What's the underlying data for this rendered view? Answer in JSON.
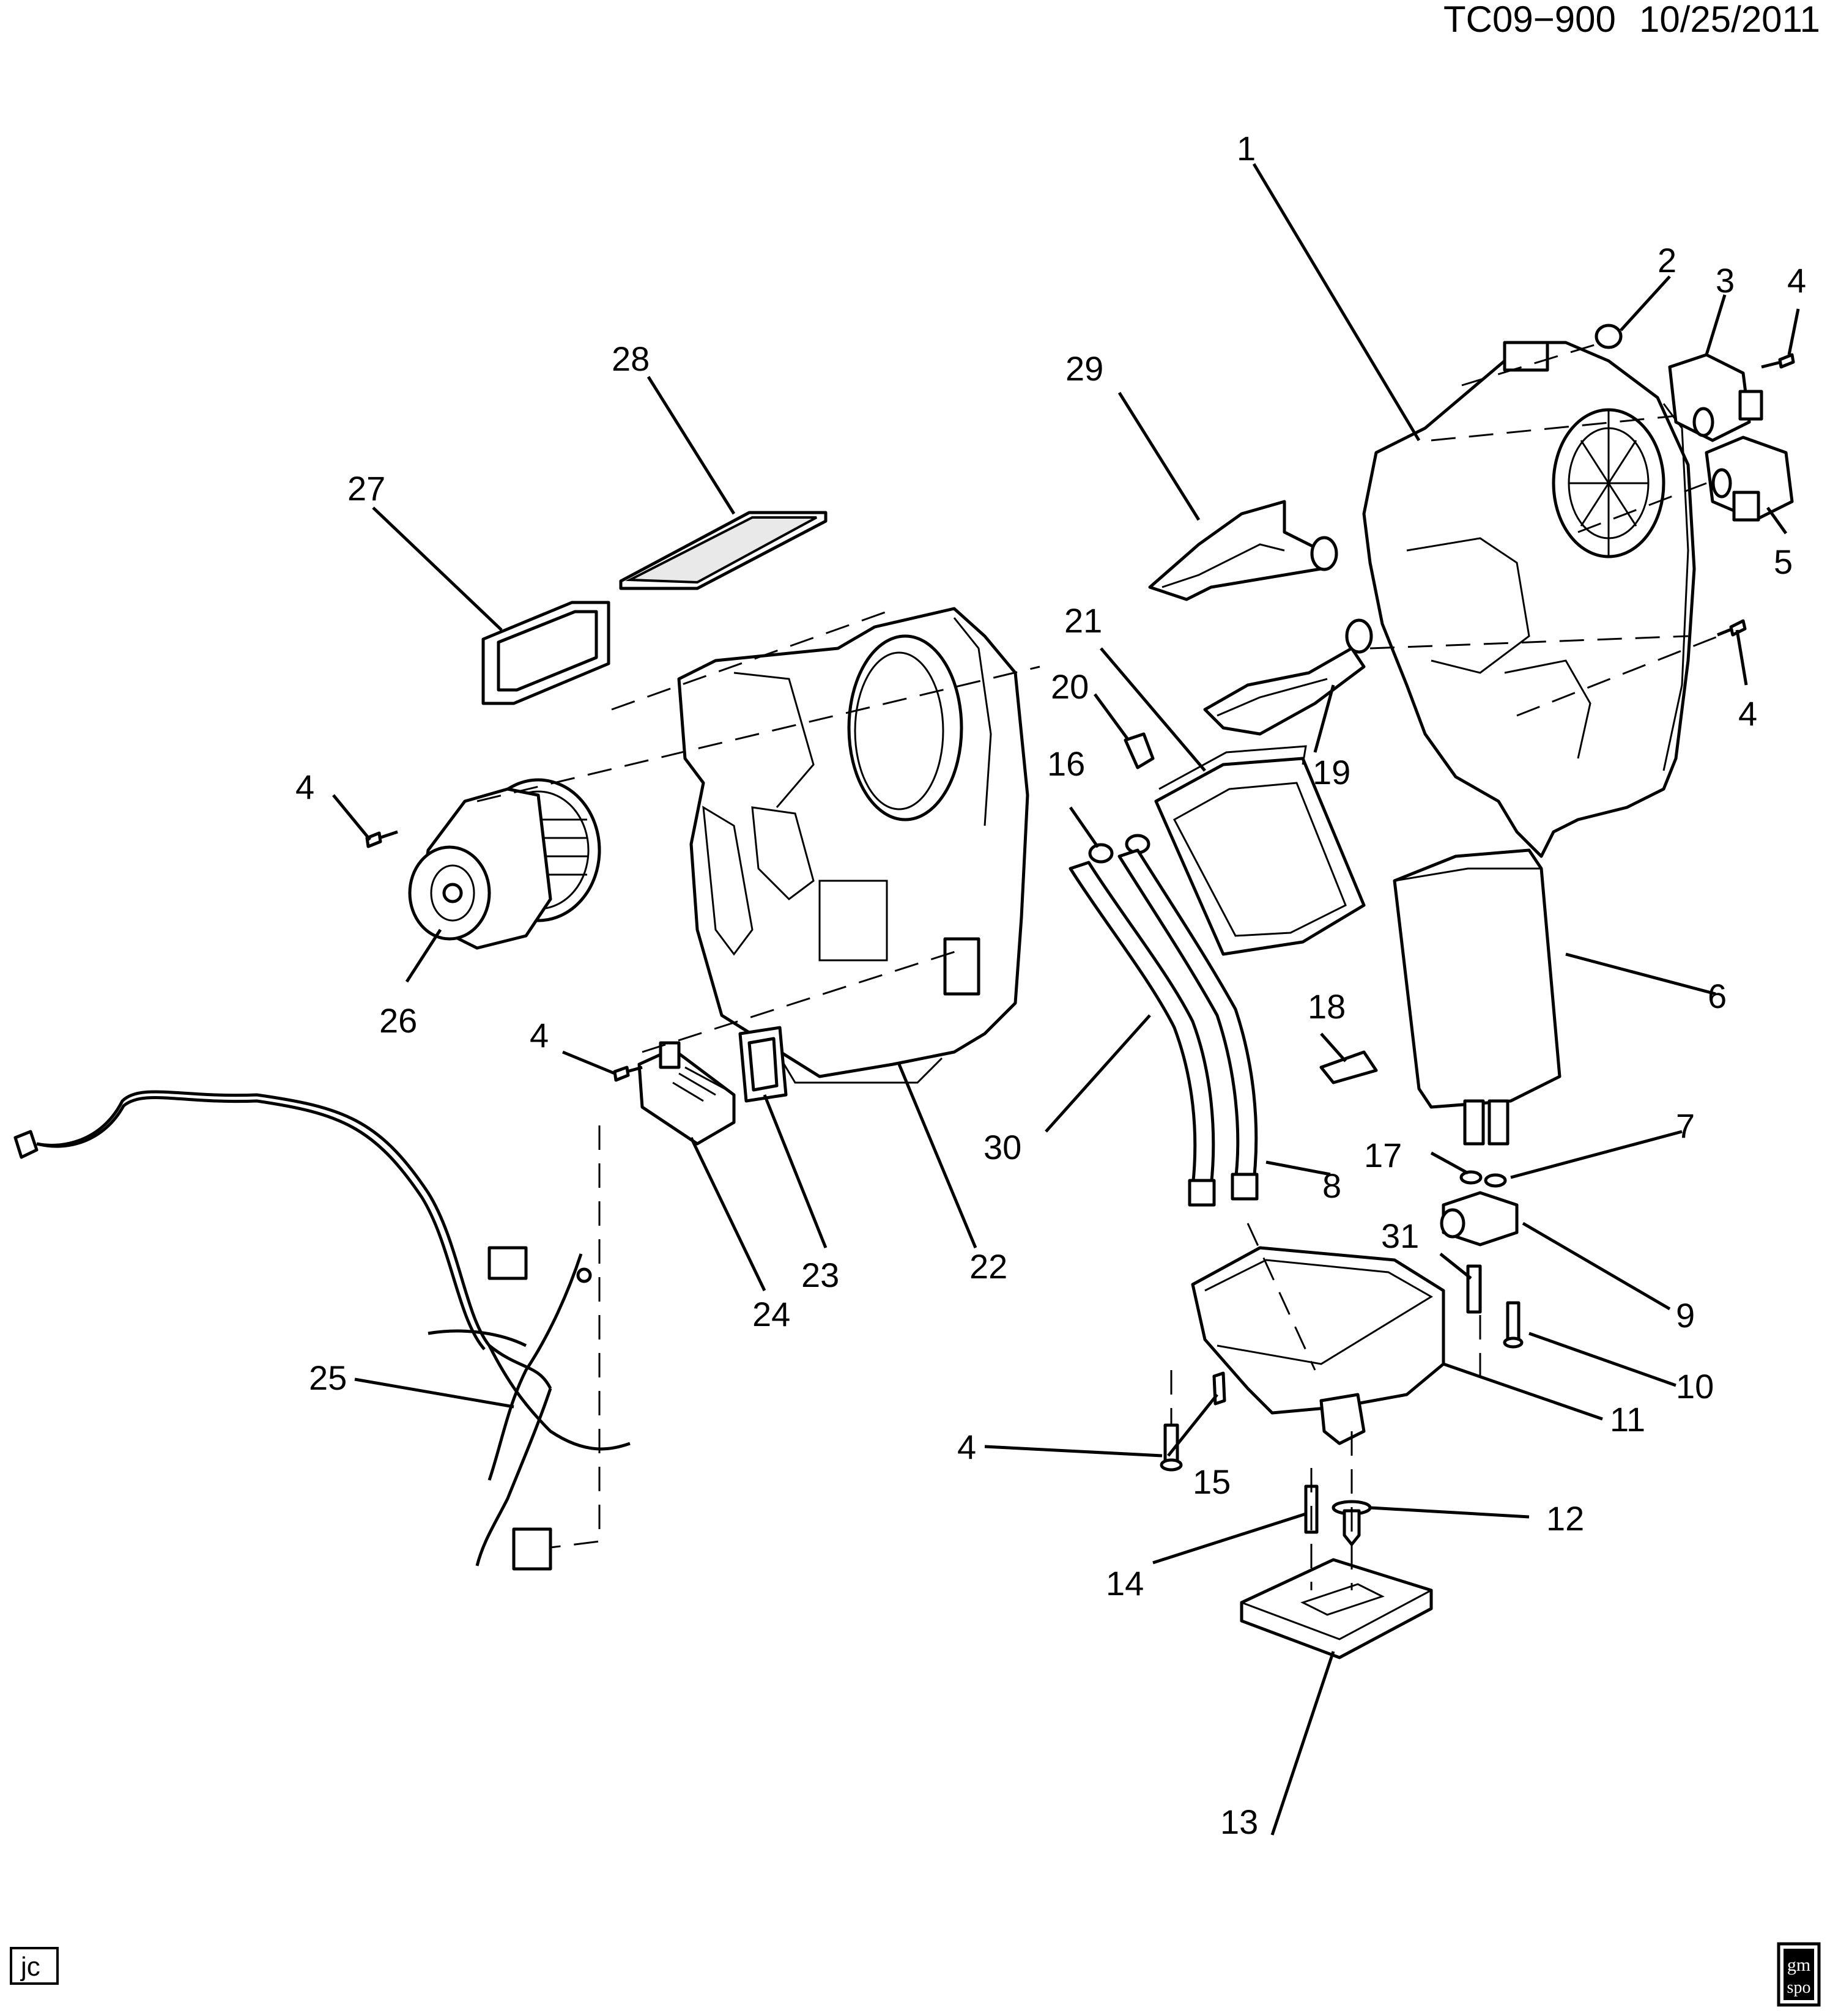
{
  "header": {
    "drawing_id": "TC09−900",
    "date": "10/25/2011"
  },
  "footer": {
    "author_tag": "jc",
    "logo_line1": "gm",
    "logo_line2": "spo"
  },
  "callouts": [
    {
      "id": "c1",
      "text": "1"
    },
    {
      "id": "c2",
      "text": "2"
    },
    {
      "id": "c3",
      "text": "3"
    },
    {
      "id": "c4a",
      "text": "4"
    },
    {
      "id": "c5",
      "text": "5"
    },
    {
      "id": "c4b",
      "text": "4"
    },
    {
      "id": "c6",
      "text": "6"
    },
    {
      "id": "c7",
      "text": "7"
    },
    {
      "id": "c8",
      "text": "8"
    },
    {
      "id": "c9",
      "text": "9"
    },
    {
      "id": "c10",
      "text": "10"
    },
    {
      "id": "c11",
      "text": "11"
    },
    {
      "id": "c12",
      "text": "12"
    },
    {
      "id": "c13",
      "text": "13"
    },
    {
      "id": "c14",
      "text": "14"
    },
    {
      "id": "c15",
      "text": "15"
    },
    {
      "id": "c4c",
      "text": "4"
    },
    {
      "id": "c16",
      "text": "16"
    },
    {
      "id": "c17",
      "text": "17"
    },
    {
      "id": "c18",
      "text": "18"
    },
    {
      "id": "c19",
      "text": "19"
    },
    {
      "id": "c20",
      "text": "20"
    },
    {
      "id": "c21",
      "text": "21"
    },
    {
      "id": "c22",
      "text": "22"
    },
    {
      "id": "c23",
      "text": "23"
    },
    {
      "id": "c24",
      "text": "24"
    },
    {
      "id": "c25",
      "text": "25"
    },
    {
      "id": "c26",
      "text": "26"
    },
    {
      "id": "c27",
      "text": "27"
    },
    {
      "id": "c28",
      "text": "28"
    },
    {
      "id": "c29",
      "text": "29"
    },
    {
      "id": "c30",
      "text": "30"
    },
    {
      "id": "c31",
      "text": "31"
    },
    {
      "id": "c4d",
      "text": "4"
    },
    {
      "id": "c4e",
      "text": "4"
    }
  ]
}
